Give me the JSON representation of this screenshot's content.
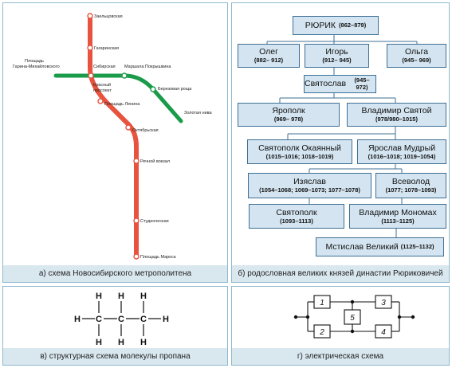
{
  "panels": {
    "a": {
      "caption": "а) схема Новосибирского метрополитена"
    },
    "b": {
      "caption": "б) родословная великих князей династии Рюриковичей"
    },
    "c": {
      "caption": "в) структурная схема молекулы пропана"
    },
    "d": {
      "caption": "г) электрическая схема"
    }
  },
  "metro": {
    "colors": {
      "red_line": "#e8533f",
      "green_line": "#1a9b4a"
    },
    "red_stations": [
      "Заельцовская",
      "Гагаринская",
      "Красный проспект",
      "Площадь Ленина",
      "Октябрьская",
      "Речной вокзал",
      "Студенческая",
      "Площадь Маркса"
    ],
    "green_stations": [
      "Площадь Гарина-Михайловского",
      "Сибирская",
      "Маршала Покрышкина",
      "Березовая роща",
      "Золотая нива"
    ]
  },
  "tree": {
    "nodes": {
      "rurik": {
        "name": "РЮРИК",
        "dates": "(862–879)"
      },
      "oleg": {
        "name": "Олег",
        "dates": "(882– 912)"
      },
      "igor": {
        "name": "Игорь",
        "dates": "(912– 945)"
      },
      "olga": {
        "name": "Ольга",
        "dates": "(945– 969)"
      },
      "svyatoslav": {
        "name": "Святослав",
        "dates": "(945–972)"
      },
      "yaropolk": {
        "name": "Ярополк",
        "dates": "(969– 978)"
      },
      "vladimir": {
        "name": "Владимир Святой",
        "dates": "(978/980–1015)"
      },
      "svyatopolk_o": {
        "name": "Святополк Окаянный",
        "dates": "(1015–1016; 1018–1019)"
      },
      "yaroslav": {
        "name": "Ярослав Мудрый",
        "dates": "(1016–1018; 1019–1054)"
      },
      "izyaslav": {
        "name": "Изяслав",
        "dates": "(1054–1068; 1069–1073; 1077–1078)"
      },
      "vsevolod": {
        "name": "Всеволод",
        "dates": "(1077; 1078–1093)"
      },
      "svyatopolk": {
        "name": "Святополк",
        "dates": "(1093–1113)"
      },
      "monomakh": {
        "name": "Владимир Мономах",
        "dates": "(1113–1125)"
      },
      "mstislav": {
        "name": "Мстислав Великий",
        "dates": "(1125–1132)"
      }
    }
  },
  "propane": {
    "carbon": "C",
    "hydrogen": "H"
  },
  "circuit": {
    "elements": [
      "1",
      "2",
      "3",
      "4",
      "5"
    ]
  }
}
